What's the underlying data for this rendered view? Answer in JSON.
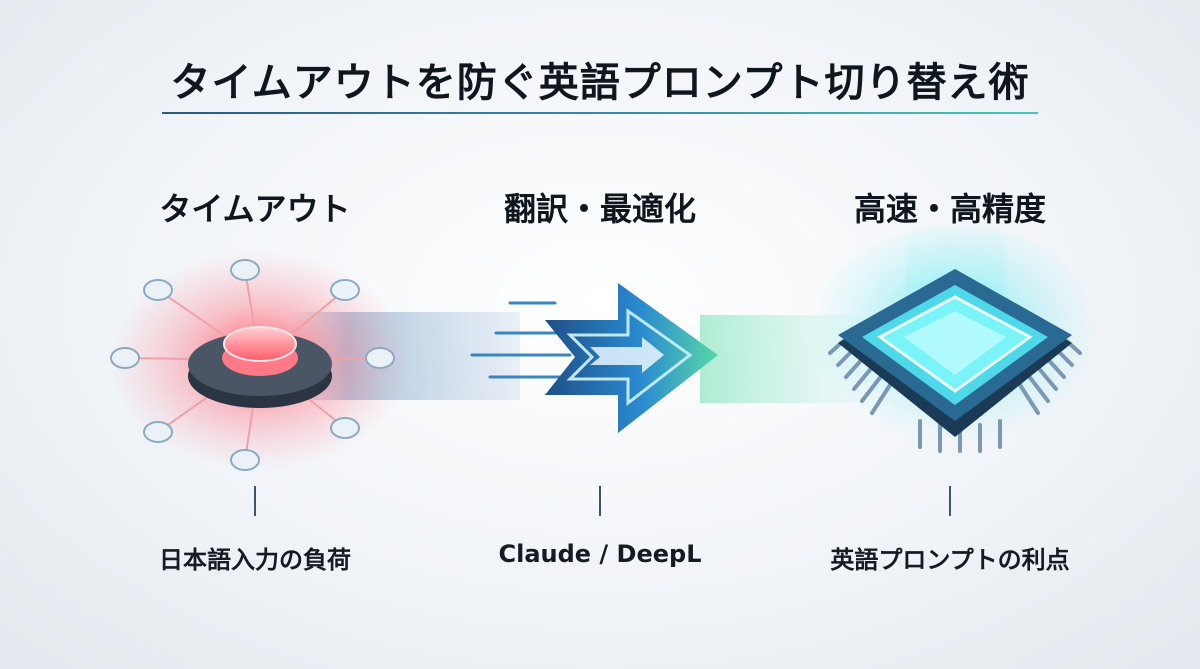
{
  "title": "タイムアウトを防ぐ英語プロンプト切り替え術",
  "steps": [
    {
      "heading": "タイムアウト",
      "caption": "日本語入力の負荷",
      "icon": "overload-node-icon",
      "accent": "#ff5060"
    },
    {
      "heading": "翻訳・最適化",
      "caption": "Claude / DeepL",
      "icon": "arrow-forward-icon",
      "accent": "#2a8ad0"
    },
    {
      "heading": "高速・高精度",
      "caption": "英語プロンプトの利点",
      "icon": "cpu-chip-icon",
      "accent": "#30e0e8"
    }
  ]
}
